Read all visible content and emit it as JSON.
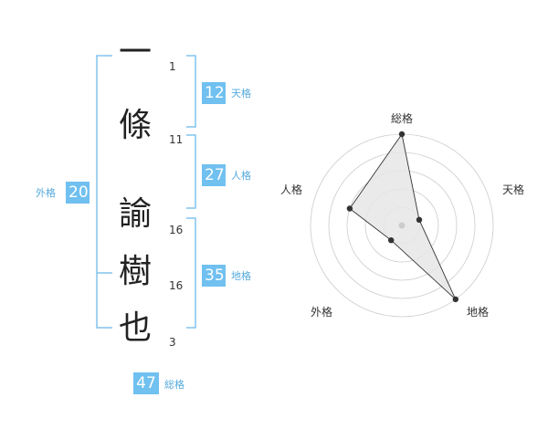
{
  "colors": {
    "accent": "#70c0f0",
    "bracket": "#80c4ee",
    "label": "#55aadd",
    "radar_fill": "#e6e6e6",
    "radar_line": "#333333",
    "ring": "#cccccc",
    "point": "#333333"
  },
  "name": {
    "characters": [
      {
        "char": "一",
        "strokes": "1"
      },
      {
        "char": "條",
        "strokes": "11"
      },
      {
        "char": "諭",
        "strokes": "16"
      },
      {
        "char": "樹",
        "strokes": "16"
      },
      {
        "char": "也",
        "strokes": "3"
      }
    ]
  },
  "fortunes": {
    "tenkaku": {
      "value": "12",
      "label": "天格"
    },
    "jinkaku": {
      "value": "27",
      "label": "人格"
    },
    "chikaku": {
      "value": "35",
      "label": "地格"
    },
    "gaikaku": {
      "value": "20",
      "label": "外格"
    },
    "soukaku": {
      "value": "47",
      "label": "総格"
    }
  },
  "chart_data": {
    "type": "radar",
    "axes": [
      "総格",
      "天格",
      "地格",
      "外格",
      "人格"
    ],
    "values": [
      5,
      1,
      5,
      1,
      3
    ],
    "range": [
      0,
      5
    ],
    "rings": 5,
    "grid": true,
    "legend": "none"
  }
}
